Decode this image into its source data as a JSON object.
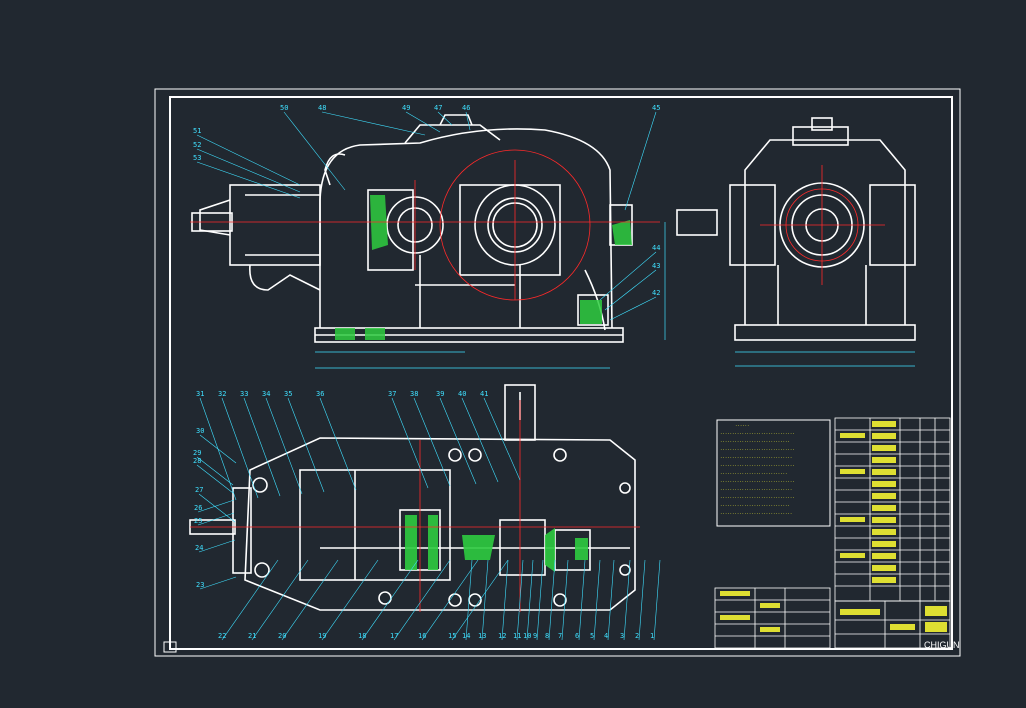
{
  "drawing": {
    "top_view_callouts": [
      "50",
      "48",
      "49",
      "47",
      "46",
      "45"
    ],
    "top_left_callouts": [
      "51",
      "52",
      "53"
    ],
    "side_callouts": [
      "44",
      "43",
      "42"
    ],
    "plan_top_callouts": [
      "31",
      "32",
      "33",
      "34",
      "35",
      "36",
      "37",
      "38",
      "39",
      "40",
      "41"
    ],
    "plan_left_callouts": [
      "30",
      "29",
      "28",
      "27",
      "26",
      "25",
      "24",
      "23"
    ],
    "plan_bottom_callouts": [
      "22",
      "21",
      "20",
      "19",
      "18",
      "17",
      "16",
      "15",
      "14",
      "13",
      "12",
      "11",
      "10",
      "9",
      "8",
      "7",
      "6",
      "5",
      "4",
      "3",
      "2",
      "1"
    ],
    "title_block_code": "CHIGUN"
  },
  "colors": {
    "background": "#212830",
    "line": "#ffffff",
    "callout": "#3fe0ff",
    "centerline": "#ff2a2a",
    "hatch": "#2ecc40",
    "notes": "#ffff33"
  }
}
